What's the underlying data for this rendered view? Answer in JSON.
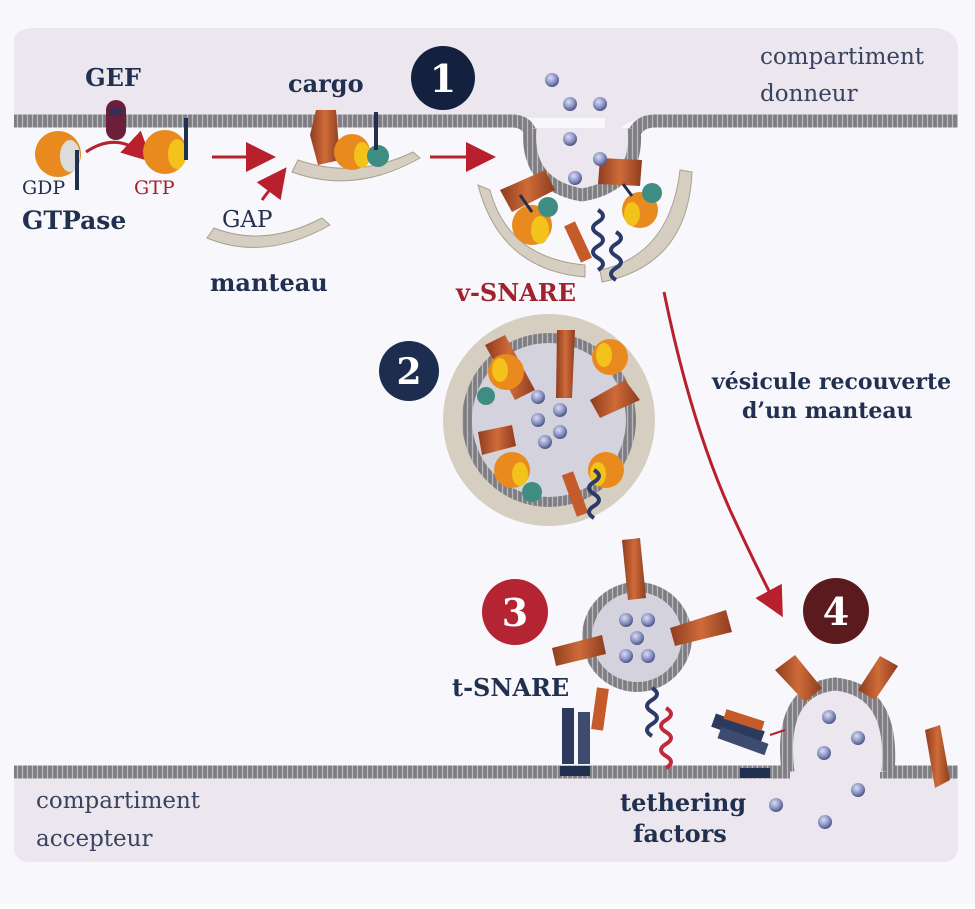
{
  "labels": {
    "gef": "GEF",
    "gdp": "GDP",
    "gtp": "GTP",
    "gtpase": "GTPase",
    "gap": "GAP",
    "manteau": "manteau",
    "cargo": "cargo",
    "v_snare": "v-SNARE",
    "t_snare": "t-SNARE",
    "compartiment_donneur_1": "compartiment",
    "compartiment_donneur_2": "donneur",
    "compartiment_accepteur_1": "compartiment",
    "compartiment_accepteur_2": "accepteur",
    "vesicule_1": "vésicule recouverte",
    "vesicule_2": "d’un manteau",
    "tethering_1": "tethering",
    "tethering_2": "factors"
  },
  "steps": [
    {
      "number": "1",
      "color": "#13213e"
    },
    {
      "number": "2",
      "color": "#1d2d50"
    },
    {
      "number": "3",
      "color": "#b52433"
    },
    {
      "number": "4",
      "color": "#5a1a1e"
    }
  ],
  "colors": {
    "background": "#f8f7fb",
    "compartment": "#ece6ee",
    "membrane": "#8c8c8f",
    "coat": "#d6cfc1",
    "gtpase_orange": "#e88a1e",
    "gtp_yellow": "#f3c21b",
    "teal": "#3f8d82",
    "cargo_brown": "#b65a30",
    "arrow_red": "#b8202e",
    "text_navy": "#22304f",
    "text_red": "#a0222d",
    "lumen_dot": "#7d86b8"
  }
}
